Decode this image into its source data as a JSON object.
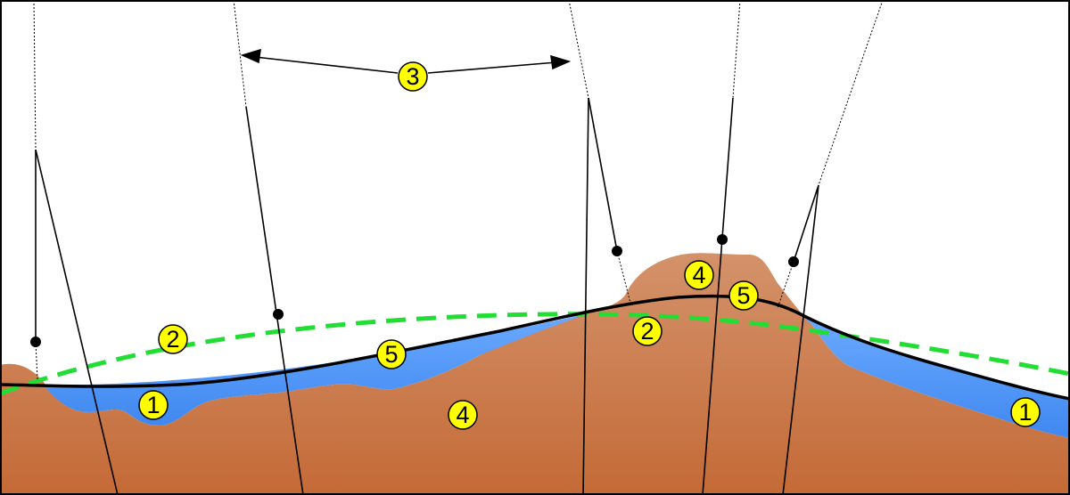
{
  "colors": {
    "background": "#ffffff",
    "crust_top": "#d4926a",
    "crust_bottom": "#c46a37",
    "water_top": "#6aa9ff",
    "water_bottom": "#3f88f0",
    "surface_line": "#000000",
    "dashed_line": "#22dd33",
    "marker_fill": "#ffff00",
    "marker_stroke": "#000000"
  },
  "markers": {
    "water_left": "1",
    "water_right": "1",
    "dashed_left": "2",
    "dashed_center": "2",
    "arrow_label": "3",
    "crust_main": "4",
    "crust_mountain": "4",
    "surface_left": "5",
    "surface_mountain": "5"
  }
}
